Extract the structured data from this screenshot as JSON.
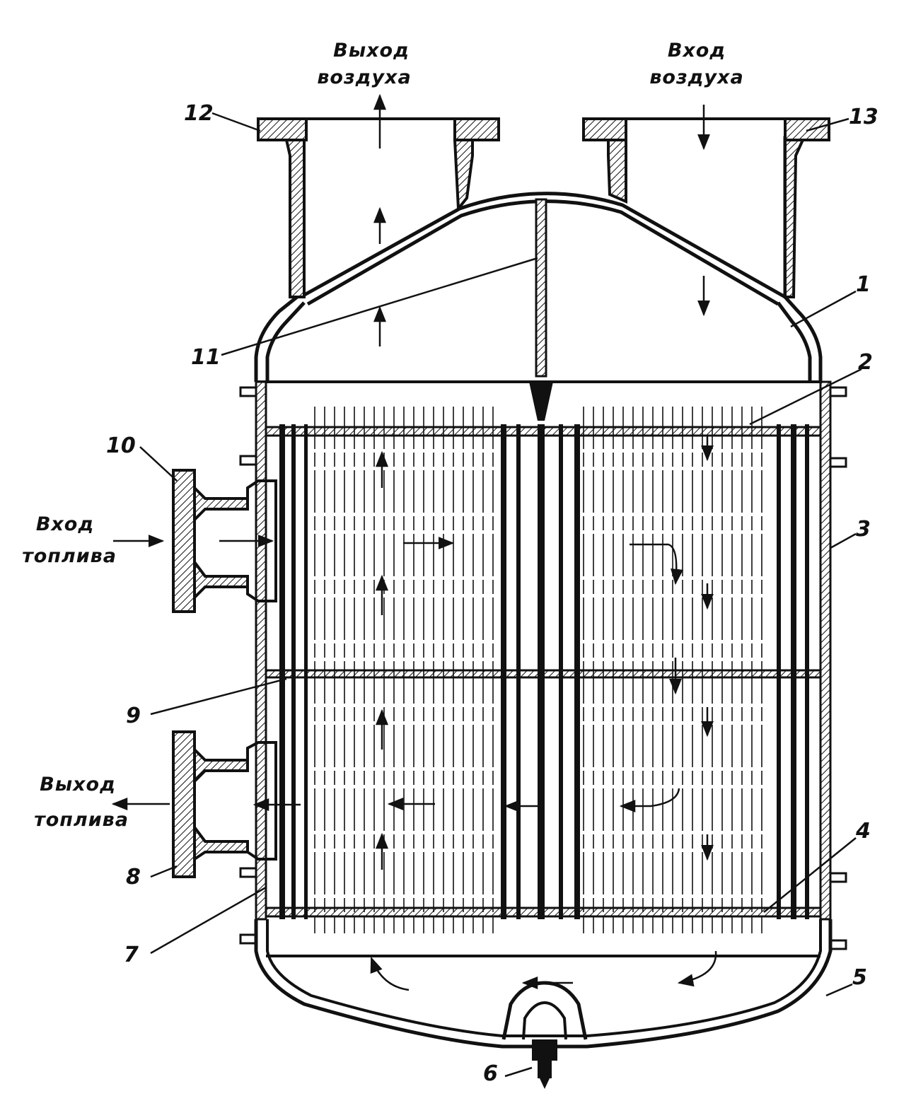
{
  "captions": {
    "air_out": [
      "Выход",
      "воздуха"
    ],
    "air_in": [
      "Вход",
      "воздуха"
    ],
    "fuel_in": [
      "Вход",
      "топлива"
    ],
    "fuel_out": [
      "Выход",
      "топлива"
    ]
  },
  "callouts": [
    "1",
    "2",
    "3",
    "4",
    "5",
    "6",
    "7",
    "8",
    "9",
    "10",
    "11",
    "12",
    "13"
  ],
  "colors": {
    "ink": "#111111",
    "paper": "#ffffff"
  }
}
